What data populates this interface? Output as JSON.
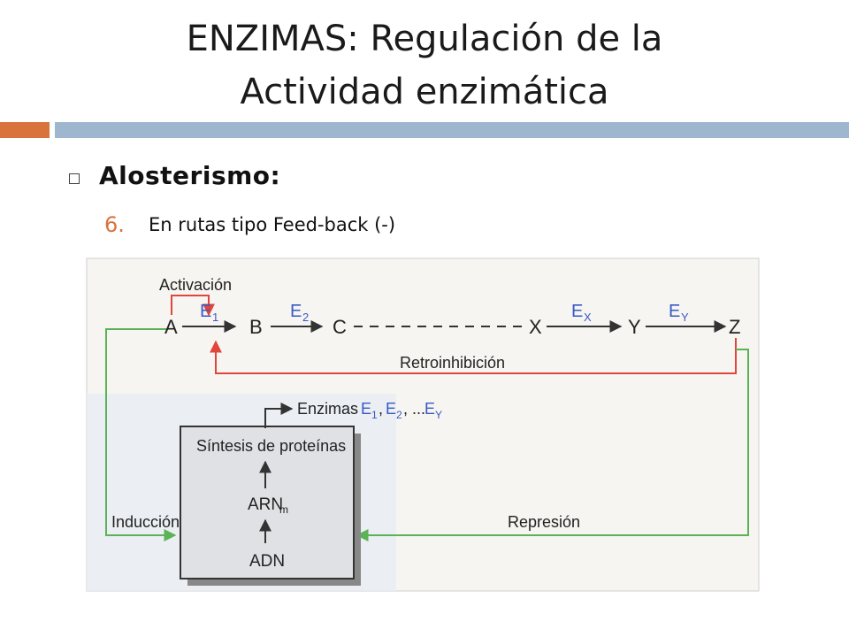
{
  "slide": {
    "title_line1": "ENZIMAS: Regulación de la",
    "title_line2": "Actividad enzimática",
    "bullet": "Alosterismo:",
    "item_number": "6.",
    "item_text": "En rutas tipo Feed-back (-)"
  },
  "diagram": {
    "activacion": "Activación",
    "nodes": {
      "A": "A",
      "B": "B",
      "C": "C",
      "X": "X",
      "Y": "Y",
      "Z": "Z"
    },
    "enzymes": {
      "E1": "E",
      "E1_sub": "1",
      "E2": "E",
      "E2_sub": "2",
      "EX": "E",
      "EX_sub": "X",
      "EY": "E",
      "EY_sub": "Y"
    },
    "retroinhibicion": "Retroinhibición",
    "enzimas_label": "Enzimas",
    "enzimas_E1": "E",
    "enzimas_E1_sub": "1",
    "enzimas_sep1": ",",
    "enzimas_E2": "E",
    "enzimas_E2_sub": "2",
    "enzimas_sep2": ", ... ",
    "enzimas_EY": "E",
    "enzimas_EY_sub": "Y",
    "sintesis": "Síntesis de proteínas",
    "arn": "ARN",
    "arn_sub": "m",
    "adn": "ADN",
    "induccion": "Inducción",
    "represion": "Represión",
    "colors": {
      "red": "#e0463a",
      "green": "#5bb356",
      "blue": "#3a59c7",
      "line": "#333333"
    }
  }
}
